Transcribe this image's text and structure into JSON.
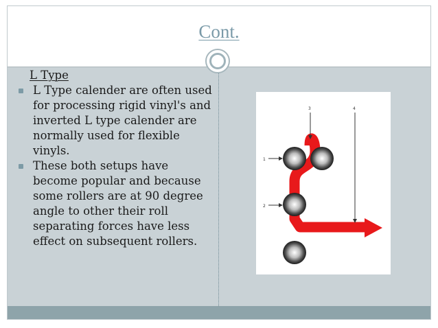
{
  "slide": {
    "title": "Cont.",
    "subheading": "L Type",
    "bullets": [
      "L Type calender are often used for processing rigid vinyl's and inverted L type calender are normally used for flexible vinyls.",
      "These both setups have become popular and because some rollers are at 90 degree angle to other their roll separating forces have less effect on subsequent rollers."
    ]
  },
  "figure": {
    "labels": [
      "1",
      "2",
      "3",
      "4"
    ]
  },
  "colors": {
    "title": "#7a9aa8",
    "content_bg": "#c9d2d6",
    "footer": "#8ea4aa",
    "bullet": "#7d9ba6",
    "path": "#e8191b"
  }
}
